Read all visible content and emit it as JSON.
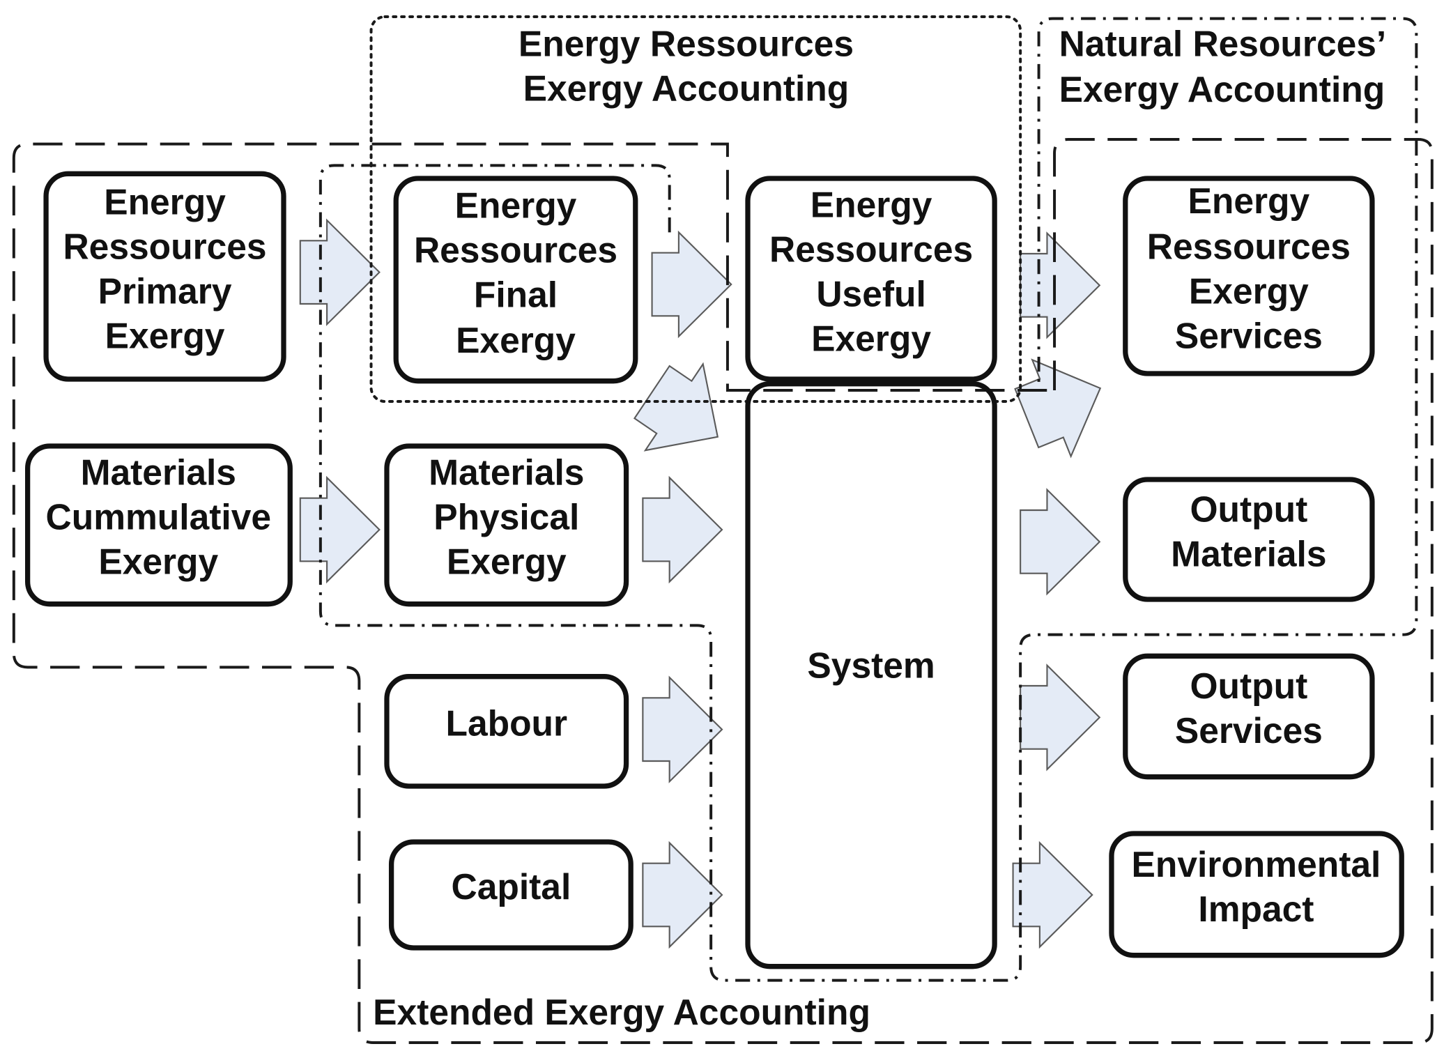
{
  "regions": {
    "energy_ressources_accounting": [
      "Energy Ressources",
      "Exergy Accounting"
    ],
    "natural_resources_accounting": [
      "Natural Resources’",
      "Exergy Accounting"
    ],
    "extended_accounting": "Extended Exergy Accounting"
  },
  "nodes": {
    "primary": [
      "Energy",
      "Ressources",
      "Primary",
      "Exergy"
    ],
    "final": [
      "Energy",
      "Ressources",
      "Final",
      "Exergy"
    ],
    "useful": [
      "Energy",
      "Ressources",
      "Useful",
      "Exergy"
    ],
    "services": [
      "Energy",
      "Ressources",
      "Exergy",
      "Services"
    ],
    "cumulative": [
      "Materials",
      "Cummulative",
      "Exergy"
    ],
    "physical": [
      "Materials",
      "Physical",
      "Exergy"
    ],
    "system": [
      "System"
    ],
    "output_materials": [
      "Output",
      "Materials"
    ],
    "labour": [
      "Labour"
    ],
    "output_services": [
      "Output",
      "Services"
    ],
    "capital": [
      "Capital"
    ],
    "environmental_impact": [
      "Environmental",
      "Impact"
    ]
  },
  "colors": {
    "arrow_fill": "#e4ebf6",
    "arrow_stroke": "#5a5a5a",
    "line": "#1a1a1a",
    "box_border": "#111111"
  }
}
